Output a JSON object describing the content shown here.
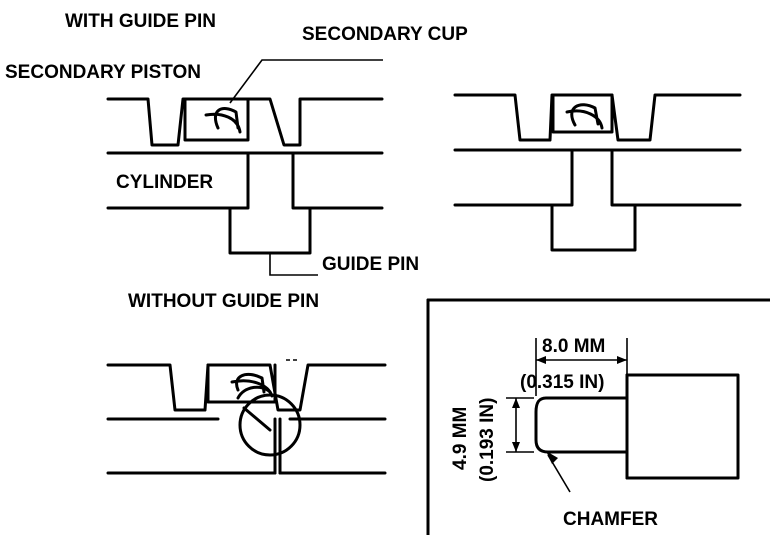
{
  "labels": {
    "with_guide_pin": "WITH GUIDE PIN",
    "secondary_cup": "SECONDARY CUP",
    "secondary_piston": "SECONDARY PISTON",
    "cylinder": "CYLINDER",
    "guide_pin": "GUIDE PIN",
    "without_guide_pin": "WITHOUT GUIDE PIN",
    "chamfer": "CHAMFER"
  },
  "dimensions": {
    "width_mm": "8.0 MM",
    "width_in": "(0.315 IN)",
    "height_mm": "4.9 MM",
    "height_in": "(0.193 IN)"
  }
}
